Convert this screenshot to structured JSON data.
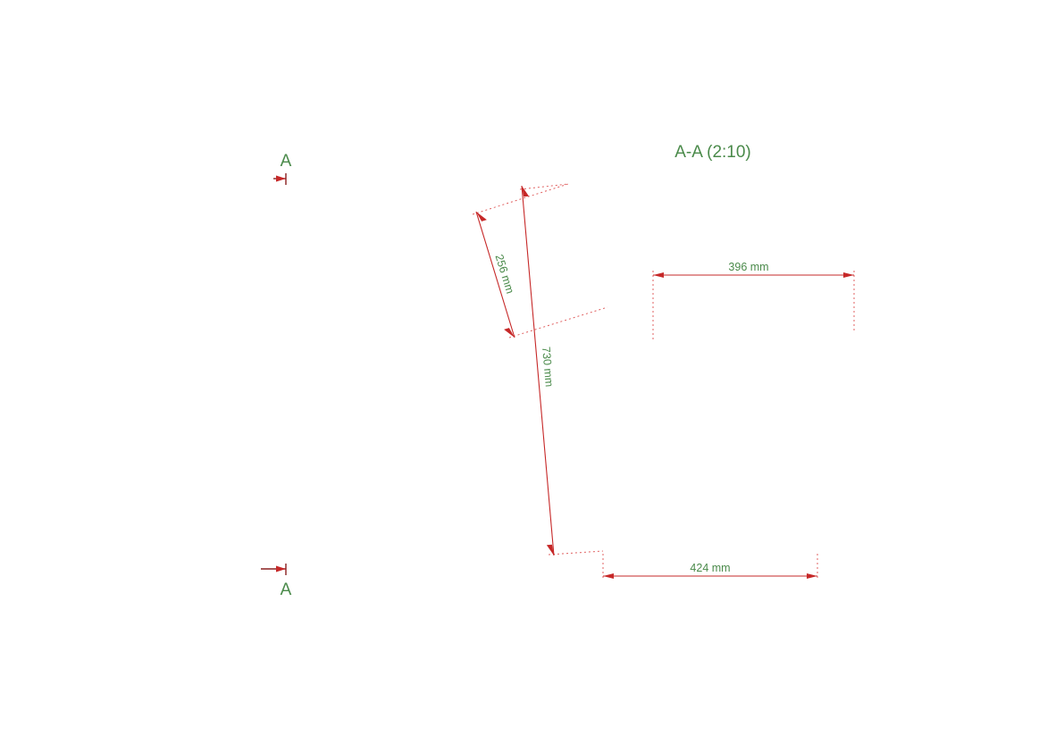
{
  "section": {
    "title": "A-A (2:10)",
    "cut_label_top": "A",
    "cut_label_bottom": "A"
  },
  "dimensions": {
    "d396": "396 mm",
    "d424": "424 mm",
    "d256": "256 mm",
    "d730": "730 mm"
  },
  "colors": {
    "text": "#4a8a4a",
    "dimension": "#c62828"
  }
}
